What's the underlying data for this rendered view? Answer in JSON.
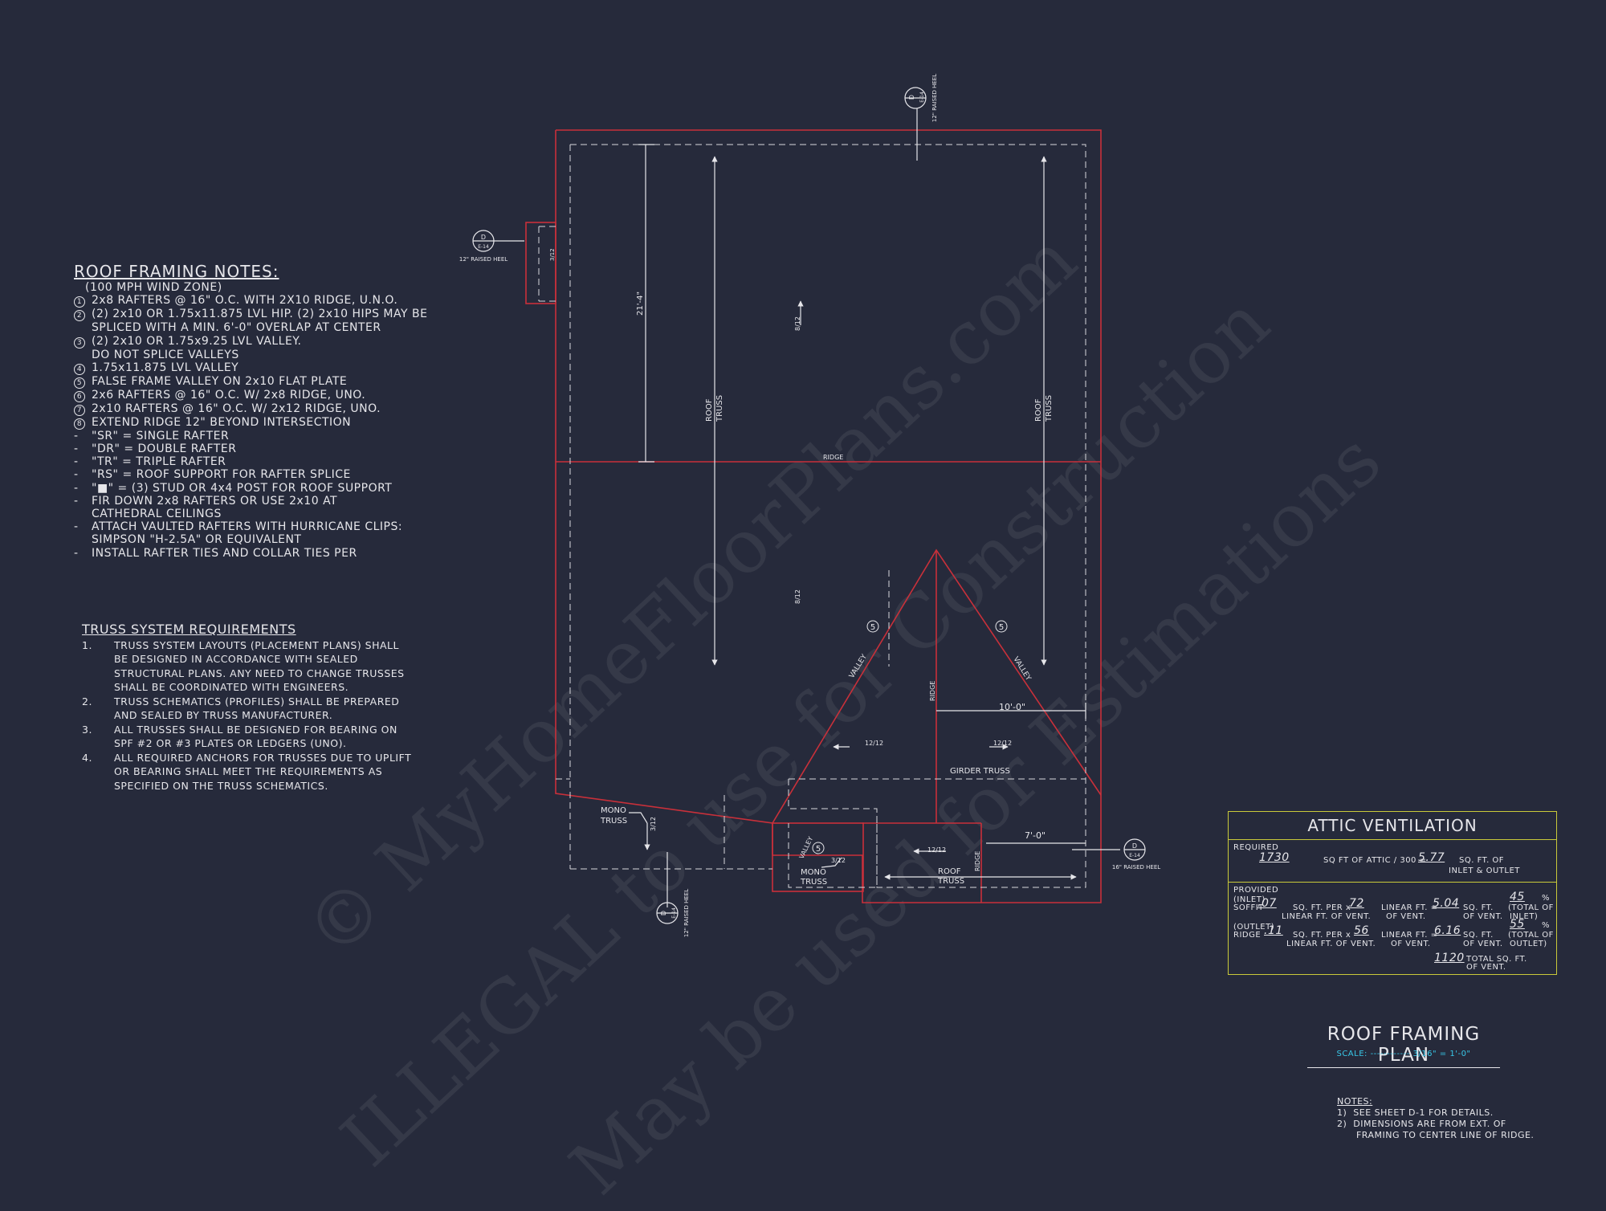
{
  "watermark": {
    "line1": "© MyHomeFloorPlans.com",
    "line2": "ILLEGAL to use for Construction",
    "line3": "May be used for Estimations"
  },
  "roof_notes": {
    "title": "ROOF FRAMING NOTES:",
    "subtitle": "(100 MPH WIND ZONE)",
    "items": [
      {
        "marker": "1",
        "type": "circle",
        "text": "2x8 RAFTERS @ 16\" O.C. WITH 2X10 RIDGE, U.N.O."
      },
      {
        "marker": "2",
        "type": "circle",
        "text": "(2) 2x10 OR 1.75x11.875 LVL HIP. (2) 2x10 HIPS MAY BE"
      },
      {
        "marker": "",
        "type": "cont",
        "text": "SPLICED WITH A MIN. 6'-0\" OVERLAP AT CENTER"
      },
      {
        "marker": "3",
        "type": "circle",
        "text": "(2) 2x10 OR 1.75x9.25 LVL VALLEY."
      },
      {
        "marker": "",
        "type": "cont",
        "text": "DO NOT SPLICE VALLEYS"
      },
      {
        "marker": "4",
        "type": "circle",
        "text": "1.75x11.875 LVL VALLEY"
      },
      {
        "marker": "5",
        "type": "circle",
        "text": "FALSE FRAME VALLEY ON 2x10 FLAT PLATE"
      },
      {
        "marker": "6",
        "type": "circle",
        "text": "2x6 RAFTERS @ 16\" O.C. W/ 2x8 RIDGE, UNO."
      },
      {
        "marker": "7",
        "type": "circle",
        "text": "2x10 RAFTERS @ 16\" O.C. W/ 2x12 RIDGE, UNO."
      },
      {
        "marker": "8",
        "type": "circle",
        "text": "EXTEND RIDGE 12\" BEYOND INTERSECTION"
      },
      {
        "marker": "-",
        "type": "dash",
        "text": "\"SR\" = SINGLE RAFTER"
      },
      {
        "marker": "-",
        "type": "dash",
        "text": "\"DR\" = DOUBLE RAFTER"
      },
      {
        "marker": "-",
        "type": "dash",
        "text": "\"TR\" = TRIPLE RAFTER"
      },
      {
        "marker": "-",
        "type": "dash",
        "text": "\"RS\" = ROOF SUPPORT FOR RAFTER SPLICE"
      },
      {
        "marker": "-",
        "type": "dash",
        "text": "\"■\"  = (3) STUD OR 4x4 POST FOR ROOF SUPPORT"
      },
      {
        "marker": "-",
        "type": "dash",
        "text": "FIR DOWN 2x8 RAFTERS OR USE 2x10 AT"
      },
      {
        "marker": "",
        "type": "cont",
        "text": "CATHEDRAL CEILINGS"
      },
      {
        "marker": "-",
        "type": "dash",
        "text": "ATTACH VAULTED RAFTERS WITH HURRICANE CLIPS:"
      },
      {
        "marker": "",
        "type": "cont",
        "text": "SIMPSON \"H-2.5A\" OR EQUIVALENT"
      },
      {
        "marker": "-",
        "type": "dash",
        "text": "INSTALL RAFTER TIES AND COLLAR TIES PER"
      }
    ]
  },
  "truss_req": {
    "title": "TRUSS SYSTEM REQUIREMENTS",
    "items": [
      {
        "num": "1.",
        "text": "TRUSS SYSTEM LAYOUTS (PLACEMENT PLANS) SHALL\nBE DESIGNED IN ACCORDANCE WITH SEALED\nSTRUCTURAL PLANS. ANY NEED TO CHANGE TRUSSES\nSHALL BE COORDINATED WITH ENGINEERS."
      },
      {
        "num": "2.",
        "text": "TRUSS SCHEMATICS (PROFILES) SHALL BE PREPARED\nAND SEALED BY TRUSS MANUFACTURER."
      },
      {
        "num": "3.",
        "text": "ALL TRUSSES SHALL BE DESIGNED FOR BEARING ON\nSPF #2 OR #3 PLATES OR LEDGERS (UNO)."
      },
      {
        "num": "4.",
        "text": "ALL REQUIRED ANCHORS FOR TRUSSES DUE TO UPLIFT\nOR BEARING SHALL MEET THE REQUIREMENTS AS\nSPECIFIED ON THE TRUSS SCHEMATICS."
      }
    ]
  },
  "plan_labels": {
    "ridge": "RIDGE",
    "roof_truss": "ROOF TRUSS",
    "roof_truss_a": "ROOF",
    "roof_truss_b": "TRUSS",
    "valley": "VALLEY",
    "girder_truss": "GIRDER TRUSS",
    "mono_a": "MONO",
    "mono_b": "TRUSS",
    "dim_21_4": "21'-4\"",
    "dim_10_0": "10'-0\"",
    "dim_7_0": "7'-0\"",
    "pitch_8_12": "8/12",
    "pitch_12_12": "12/12",
    "pitch_3_12": "3/12",
    "callout_5": "5",
    "detail_d": "D",
    "detail_sheet": "E-14",
    "raised_heel_12": "12\" RAISED HEEL",
    "raised_heel_16": "16\" RAISED HEEL"
  },
  "attic": {
    "title": "ATTIC VENTILATION",
    "required": "REQUIRED",
    "req_area": "1730",
    "req_text1": "SQ FT OF ATTIC / 300 =",
    "req_value": "5.77",
    "req_text2": "SQ. FT. OF",
    "req_text3": "INLET & OUTLET",
    "provided": "PROVIDED",
    "inlet": "(INLET)",
    "soffit": "SOFFIT",
    "soffit_rate": ".07",
    "per": "SQ. FT. PER x",
    "soffit_len": "72",
    "lin_ft": "LINEAR FT. =",
    "soffit_area": "5.04",
    "sqft": "SQ. FT.",
    "lin_ft_vent": "LINEAR FT. OF VENT.",
    "of_vent": "OF VENT.",
    "inlet_pct": "45",
    "pct": "%",
    "total_of": "(TOTAL OF",
    "inlet_close": "INLET)",
    "outlet": "(OUTLET)",
    "ridge": "RIDGE",
    "ridge_rate": ".11",
    "ridge_len": "56",
    "ridge_area": "6.16",
    "outlet_pct": "55",
    "outlet_close": "OUTLET)",
    "total_value": "1120",
    "total_text1": "TOTAL SQ. FT.",
    "total_text2": "OF VENT."
  },
  "plan_title": {
    "title": "ROOF FRAMING PLAN",
    "scale": "SCALE: ------------ 3/16\" = 1'-0\""
  },
  "bottom_notes": {
    "title": "NOTES:",
    "items": [
      "1)  SEE SHEET D-1 FOR DETAILS.",
      "2)  DIMENSIONS ARE FROM EXT. OF",
      "      FRAMING TO CENTER LINE OF RIDGE."
    ]
  },
  "colors": {
    "background": "#262a3b",
    "wall": "#c8303a",
    "line": "#e6e6ea",
    "table_border": "#c9c93a",
    "scale": "#38c8e8"
  }
}
